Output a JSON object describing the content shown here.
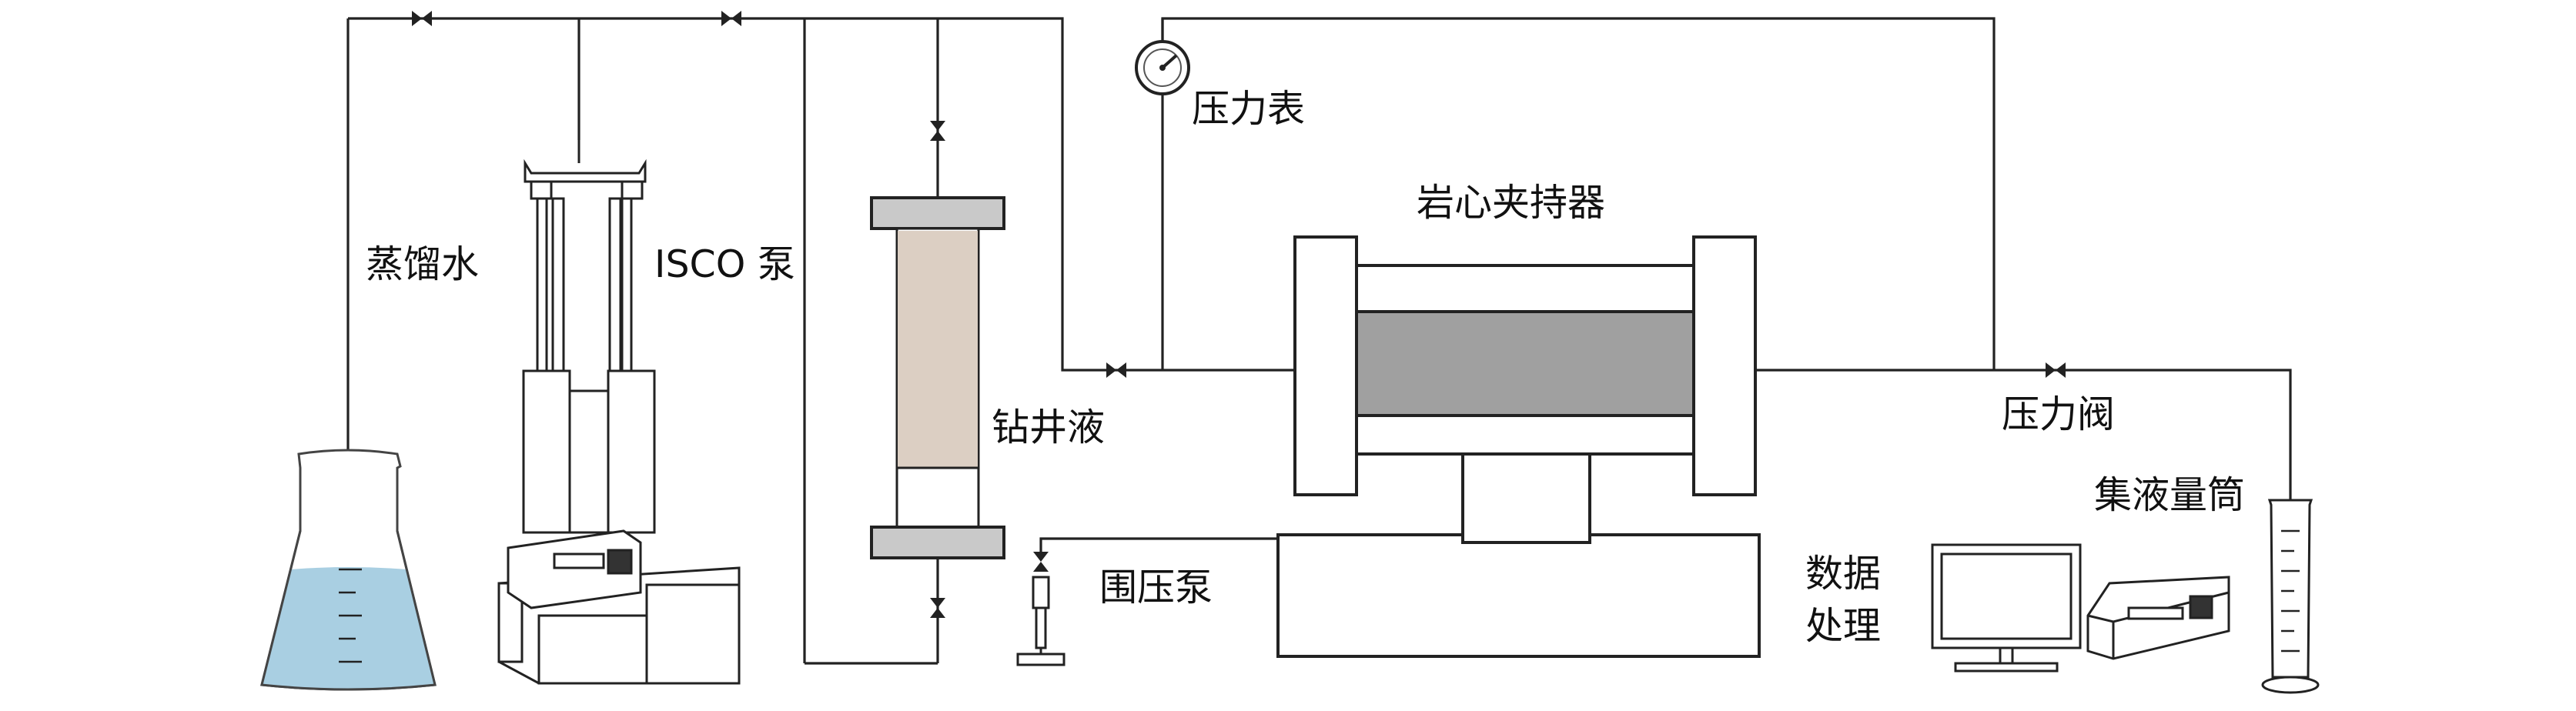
{
  "labels": {
    "distilled_water": "蒸馏水",
    "isco_pump": "ISCO 泵",
    "drilling_fluid": "钻井液",
    "pressure_gauge": "压力表",
    "core_holder": "岩心夹持器",
    "pressure_valve": "压力阀",
    "confining_pump": "围压泵",
    "data_processing_line1": "数据",
    "data_processing_line2": "处理",
    "graduated_cylinder": "集液量筒"
  },
  "colors": {
    "water": "#a9cfe2",
    "drilling_fluid": "#dccfc3",
    "core": "#a0a0a0",
    "end_cap": "#c9c9c9",
    "line": "#222222"
  }
}
